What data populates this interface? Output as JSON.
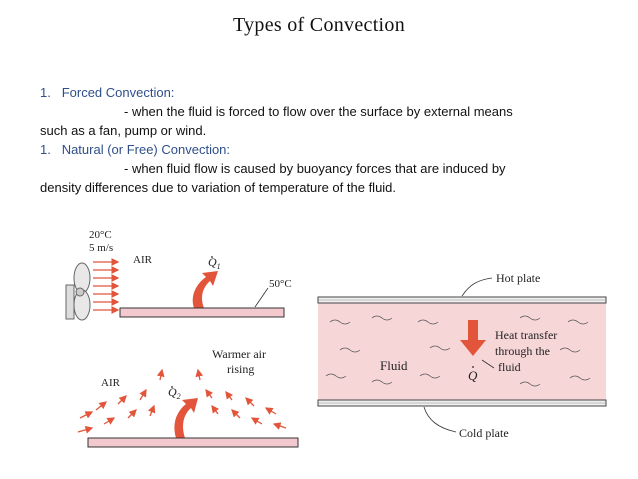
{
  "slide": {
    "title": "Types of Convection",
    "items": [
      {
        "number": "1.",
        "heading": "Forced Convection:",
        "desc_line1": "- when the fluid is forced to flow over the surface by external means",
        "desc_line2": "such as a fan, pump or wind."
      },
      {
        "number": "1.",
        "heading": "Natural (or Free) Convection:",
        "desc_line1": "- when fluid flow is caused by buoyancy forces that are induced by",
        "desc_line2": "density differences due to variation of temperature of the fluid."
      }
    ]
  },
  "figure_forced": {
    "temp_in": "20°C",
    "velocity": "5 m/s",
    "air": "AIR",
    "q_symbol": "Q",
    "q_sub": "1",
    "plate_temp": "50°C"
  },
  "figure_natural": {
    "warmer_line1": "Warmer air",
    "warmer_line2": "rising",
    "air": "AIR",
    "q_symbol": "Q",
    "q_sub": "2"
  },
  "figure_plates": {
    "hot_plate": "Hot plate",
    "fluid": "Fluid",
    "heat_line1": "Heat transfer",
    "heat_line2": "through the",
    "heat_line3": "fluid",
    "q_symbol": "Q",
    "cold_plate": "Cold plate"
  },
  "colors": {
    "heading_blue": "#2f4f8a",
    "arrow_red": "#e2553a",
    "fluid_pink": "#f7d6d8",
    "plate_pink": "#f3c9cf"
  }
}
